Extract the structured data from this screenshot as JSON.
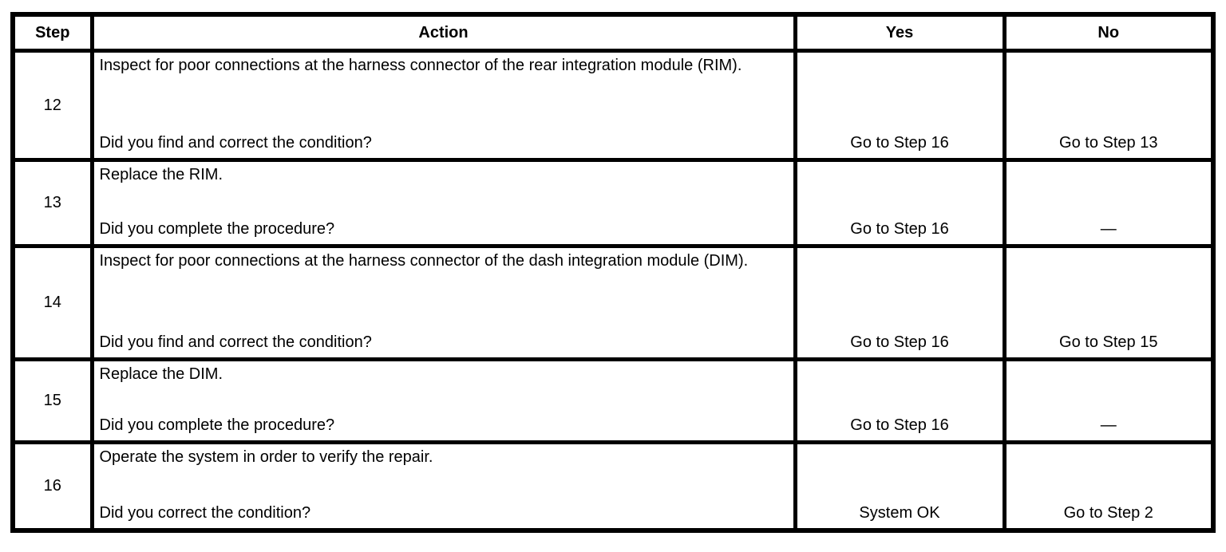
{
  "table": {
    "headers": {
      "step": "Step",
      "action": "Action",
      "yes": "Yes",
      "no": "No"
    },
    "rows": [
      {
        "step": "12",
        "action": "Inspect for poor connections at the harness connector of the rear integration module (RIM).",
        "question": "Did you find and correct the condition?",
        "yes": "Go to Step 16",
        "no": "Go to Step 13"
      },
      {
        "step": "13",
        "action": "Replace the RIM.",
        "question": "Did you complete the procedure?",
        "yes": "Go to Step 16",
        "no": "—"
      },
      {
        "step": "14",
        "action": "Inspect for poor connections at the harness connector of the dash integration module (DIM).",
        "question": "Did you find and correct the condition?",
        "yes": "Go to Step 16",
        "no": "Go to Step 15"
      },
      {
        "step": "15",
        "action": "Replace the DIM.",
        "question": "Did you complete the procedure?",
        "yes": "Go to Step 16",
        "no": "—"
      },
      {
        "step": "16",
        "action": "Operate the system in order to verify the repair.",
        "question": "Did you correct the condition?",
        "yes": "System OK",
        "no": "Go to Step 2"
      }
    ]
  },
  "colors": {
    "border": "#000000",
    "background": "#ffffff",
    "text": "#000000"
  }
}
